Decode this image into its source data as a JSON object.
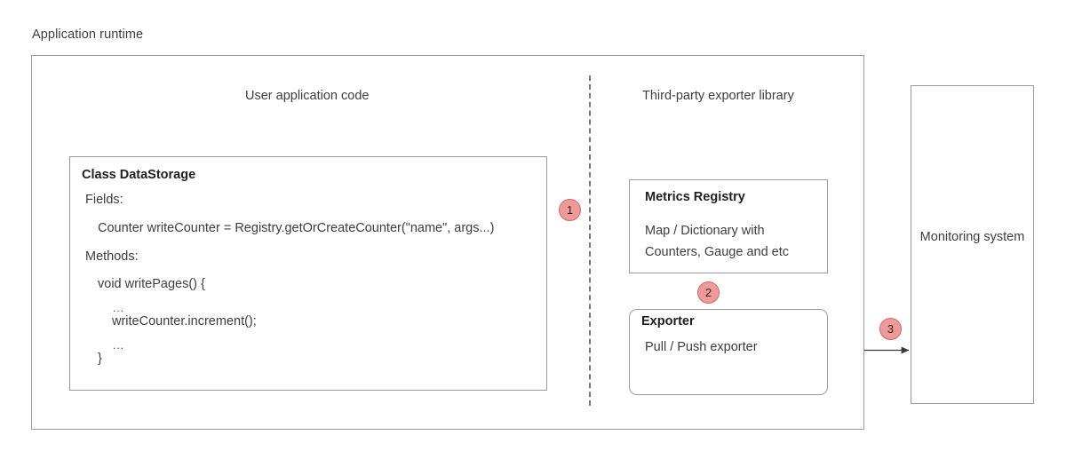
{
  "diagram": {
    "caption": "Application runtime",
    "columns": [
      {
        "label": "User application code"
      },
      {
        "label": "Third-party exporter library"
      }
    ],
    "class_box": {
      "title": "Class DataStorage",
      "lines": [
        "Fields:",
        "Counter writeCounter = Registry.getOrCreateCounter(\"name\", args...)",
        "Methods:",
        "void writePages() {",
        "...",
        "writeCounter.increment();",
        "...",
        "}"
      ]
    },
    "metrics_registry": {
      "title": "Metrics Registry",
      "description": "Map / Dictionary with Counters, Gauge and etc"
    },
    "exporter": {
      "title": "Exporter",
      "description": "Pull / Push exporter"
    },
    "monitoring_system": {
      "label": "Monitoring system"
    },
    "steps": [
      {
        "number": "1"
      },
      {
        "number": "2"
      },
      {
        "number": "3"
      }
    ],
    "colors": {
      "badge_fill": "#ef9a9a",
      "badge_stroke": "#c96a6a",
      "box_stroke": "#9a9a9a",
      "divider_stroke": "#777777",
      "text": "#3d3d3d",
      "background": "#ffffff"
    }
  }
}
